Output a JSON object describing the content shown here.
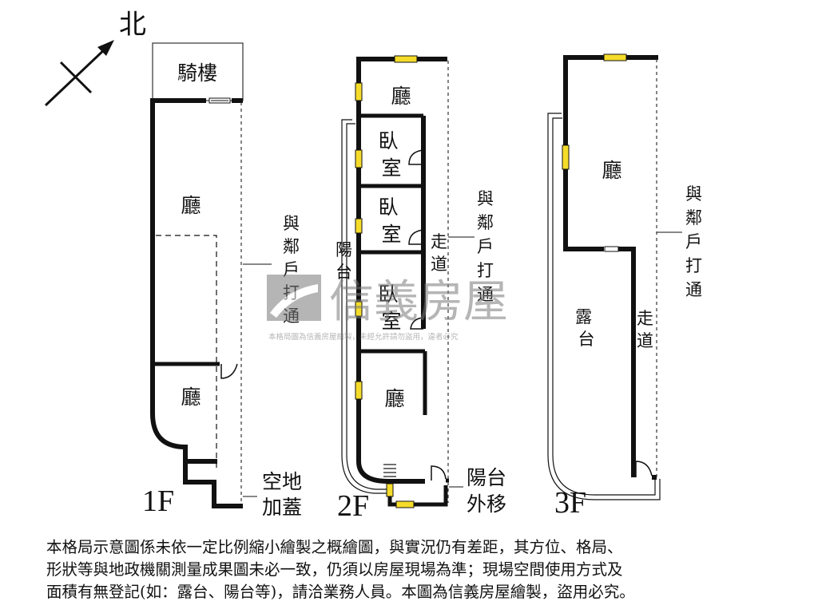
{
  "compass": {
    "north": "北"
  },
  "floors": [
    {
      "id": "1F",
      "label": "1F"
    },
    {
      "id": "2F",
      "label": "2F"
    },
    {
      "id": "3F",
      "label": "3F"
    }
  ],
  "rooms": {
    "f1_arcade": "騎樓",
    "f1_hall_upper": "廳",
    "f1_hall_lower": "廳",
    "f2_hall_top": "廳",
    "f2_bedroom_1": [
      "臥",
      "室"
    ],
    "f2_bedroom_2": [
      "臥",
      "室"
    ],
    "f2_bedroom_3": [
      "臥",
      "室"
    ],
    "f2_hall_bottom": "廳",
    "f3_hall": "廳",
    "f3_terrace": [
      "露",
      "台"
    ]
  },
  "notes": {
    "f1_neighbor": [
      "與",
      "鄰",
      "戶",
      "打",
      "通"
    ],
    "f1_vacant": [
      "空地",
      "加蓋"
    ],
    "f2_balcony": [
      "陽",
      "台"
    ],
    "f2_corridor": [
      "走",
      "道"
    ],
    "f2_neighbor": [
      "與",
      "鄰",
      "戶",
      "打",
      "通"
    ],
    "f2_balcony_moved": [
      "陽台",
      "外移"
    ],
    "f3_corridor": [
      "走",
      "道"
    ],
    "f3_neighbor": [
      "與",
      "鄰",
      "戶",
      "打",
      "通"
    ]
  },
  "watermark": {
    "brand": "信義房屋",
    "notice": "本格局圖為信義房屋繪製，未經允許請勿盜用，違者必究"
  },
  "disclaimer": [
    "本格局示意圖係未依一定比例縮小繪製之概繪圖，與實況仍有差距，其方位、格局、",
    "形狀等與地政機關測量成果圖未必一致，仍須以房屋現場為準；現場空間使用方式及",
    "面積有無登記(如：露台、陽台等)，請洽業務人員。本圖為信義房屋繪製，盜用必究。"
  ],
  "colors": {
    "wall": "#111111",
    "window": "#f5dc2a",
    "watermark": "#7a7a7a"
  }
}
